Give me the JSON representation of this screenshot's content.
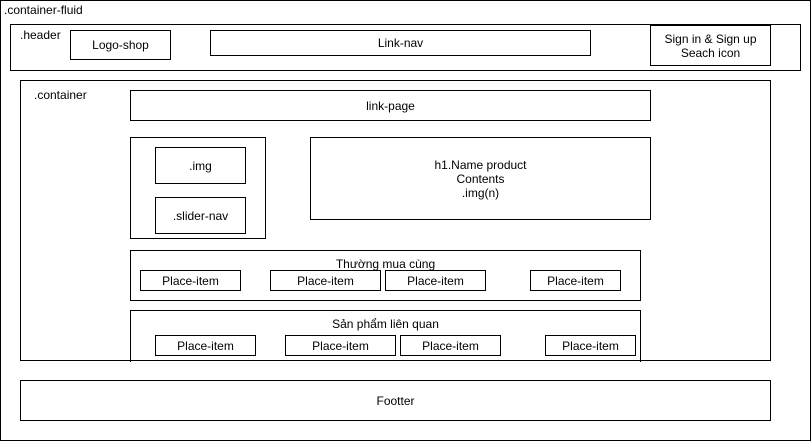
{
  "labels": {
    "container_fluid": ".container-fluid",
    "header": ".header",
    "container": ".container"
  },
  "header": {
    "logo": "Logo-shop",
    "link_nav": "Link-nav",
    "auth_line1": "Sign in & Sign up",
    "auth_line2": "Seach icon"
  },
  "main": {
    "link_page": "link-page",
    "gallery": {
      "img": ".img",
      "slider_nav": ".slider-nav"
    },
    "product": {
      "line1": "h1.Name product",
      "line2": "Contents",
      "line3": ".img(n)"
    },
    "bought_together": {
      "title": "Thường mua cùng",
      "items": [
        "Place-item",
        "Place-item",
        "Place-item",
        "Place-item"
      ]
    },
    "related": {
      "title": "Sản phẩm liên quan",
      "items": [
        "Place-item",
        "Place-item",
        "Place-item",
        "Place-item"
      ]
    }
  },
  "footer": {
    "label": "Footter"
  }
}
